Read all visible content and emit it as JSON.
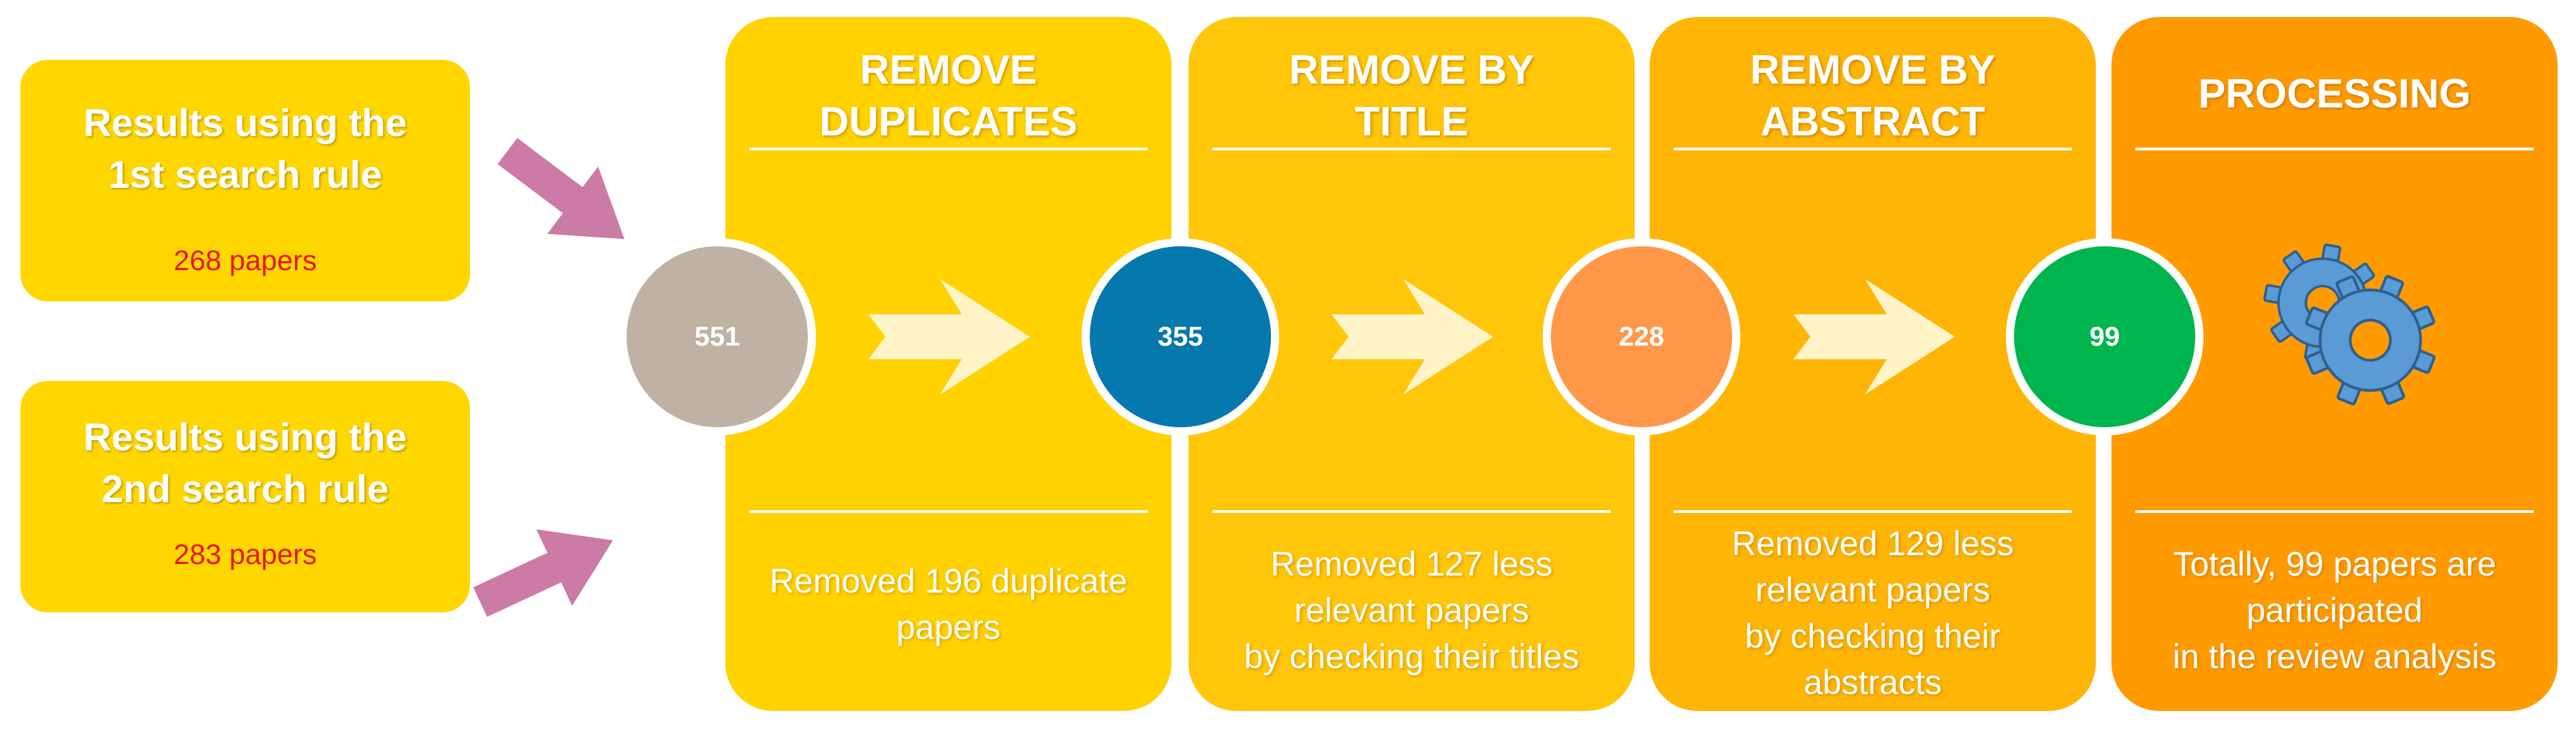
{
  "sources": [
    {
      "title": "Results using the\n1st search rule",
      "count": "268 papers"
    },
    {
      "title": "Results using the\n2nd search rule",
      "count": "283 papers"
    }
  ],
  "stages": [
    {
      "title": "REMOVE\nDUPLICATES",
      "description": "Removed 196 duplicate\npapers",
      "color": "#FFD200"
    },
    {
      "title": "REMOVE BY\nTITLE",
      "description": "Removed 127 less\nrelevant papers\nby checking their titles",
      "color": "#FFC60A"
    },
    {
      "title": "REMOVE BY\nABSTRACT",
      "description": "Removed 129 less\nrelevant papers\nby checking their\nabstracts",
      "color": "#FFB505"
    },
    {
      "title": "PROCESSING",
      "description": "Totally, 99 papers are\nparticipated\nin the review analysis",
      "color": "#FF9B00"
    }
  ],
  "counts": [
    {
      "value": "551",
      "color": "#BFB2A4"
    },
    {
      "value": "355",
      "color": "#0578AE"
    },
    {
      "value": "228",
      "color": "#FF9749"
    },
    {
      "value": "99",
      "color": "#00B54D"
    }
  ],
  "arrow_colors": {
    "merge": "#CC7AA6",
    "flow": "#FFF4C8"
  },
  "icon": "gears-icon"
}
